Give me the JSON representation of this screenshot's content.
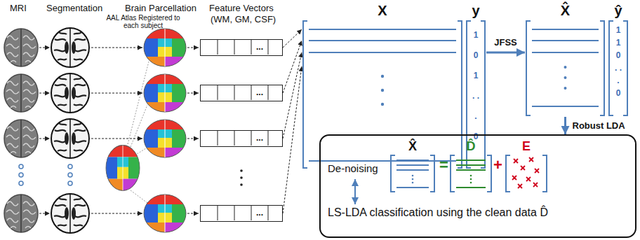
{
  "diagram": {
    "nodes": [
      {
        "text": [
          "..."
        ]
      },
      {
        "text": [
          "..."
        ]
      },
      {
        "text": [
          "..."
        ]
      },
      {
        "text": [
          "..."
        ]
      },
      {
        "text": [
          "X"
        ]
      },
      {
        "text": [
          "y",
          "1 0 1 . . . 0"
        ]
      },
      {
        "text": [
          "X̂"
        ]
      },
      {
        "text": [
          "ŷ",
          "1 1 0 . . . 0"
        ]
      },
      {
        "text": [
          "De-noising",
          "LS-LDA classification using the clean data D̂"
        ]
      },
      {
        "text": [
          "X̂"
        ],
        "in": 8
      },
      {
        "text": [
          "D̂"
        ],
        "in": 8
      },
      {
        "text": [
          "E"
        ],
        "in": 8
      }
    ],
    "edges": [
      {
        "from": 0,
        "to": 4,
        "arrow": "to"
      },
      {
        "from": 1,
        "to": 4,
        "arrow": "to"
      },
      {
        "from": 2,
        "to": 4,
        "arrow": "to"
      },
      {
        "from": 3,
        "to": 4,
        "arrow": "to"
      },
      {
        "from": 5,
        "to": 6,
        "label": "JFSS",
        "arrow": "to"
      },
      {
        "from": 6,
        "to": 8,
        "label": "Robust LDA",
        "arrow": "to"
      }
    ],
    "labels": [
      "MRI",
      "Segmentation",
      "Brain Parcellation",
      "Feature Vectors",
      "(WM, GM, CSF)",
      "AAL Atlas Registered to each subject",
      "=",
      "+"
    ]
  }
}
